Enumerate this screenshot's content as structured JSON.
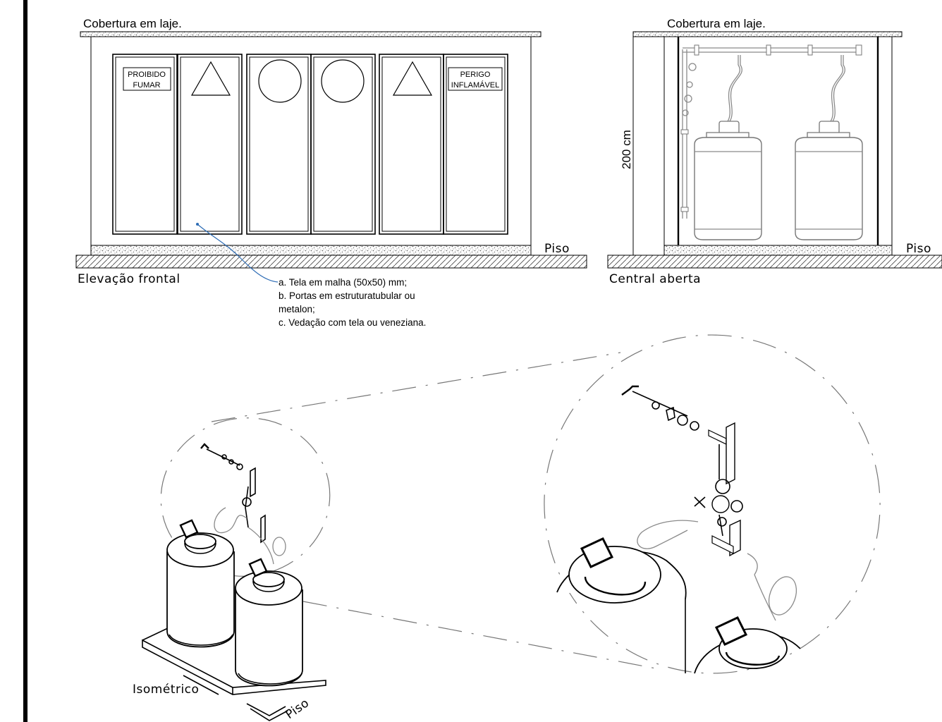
{
  "frontal": {
    "roof_label": "Cobertura em laje.",
    "floor_label": "Piso",
    "view_title": "Elevação  frontal",
    "sign_no_smoking_line1": "PROIBIDO",
    "sign_no_smoking_line2": "FUMAR",
    "sign_danger_line1": "PERIGO",
    "sign_danger_line2": "INFLAMÁVEL"
  },
  "notes": {
    "a": "a. Tela em malha (50x50) mm;",
    "b_line1": "b. Portas em estruturatubular ou",
    "b_line2": "metalon;",
    "c": "c. Vedação com tela ou veneziana."
  },
  "open": {
    "roof_label": "Cobertura em laje.",
    "floor_label": "Piso",
    "view_title": "Central  aberta",
    "dimension": "200 cm"
  },
  "isometric": {
    "view_title": "Isométrico",
    "floor_label": "Piso"
  },
  "colors": {
    "leader": "#2d6cb5",
    "hatch": "#555555",
    "line": "#000000"
  }
}
